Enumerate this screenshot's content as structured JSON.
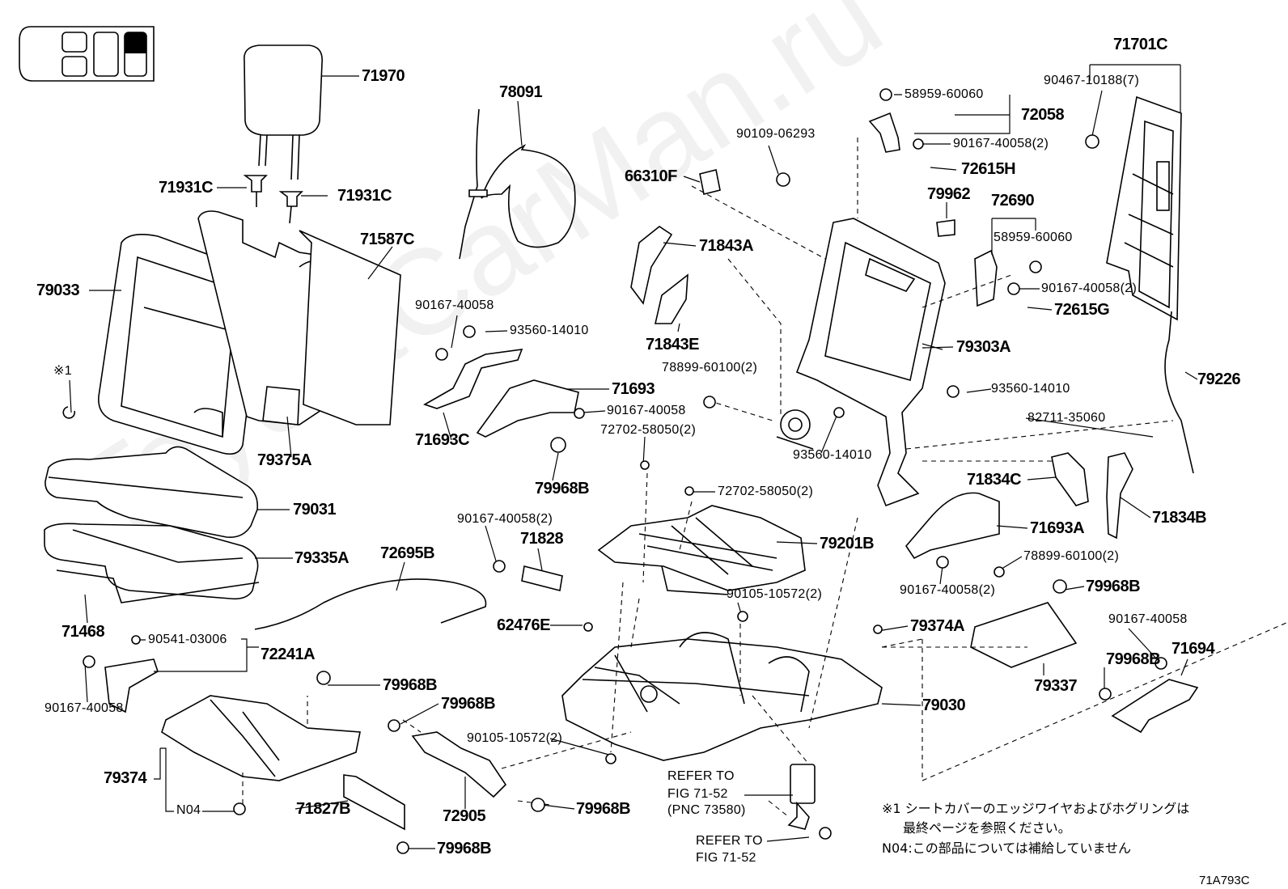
{
  "diagram_code": "71A793C",
  "watermark": "ToyotaCarMan.ru",
  "seat_position_icon": {
    "name": "seat-position-indicator-icon",
    "highlighted": "rear-right-upper"
  },
  "labels": [
    "71970",
    "78091",
    "71701C",
    "90467-10188(7)",
    "58959-60060",
    "72058",
    "90109-06293",
    "90167-40058(2)",
    "72615H",
    "66310F",
    "71931C",
    "71931C",
    "79962",
    "72690",
    "58959-60060",
    "71587C",
    "71843A",
    "79033",
    "90167-40058(2)",
    "72615G",
    "90167-40058",
    "93560-14010",
    "71843E",
    "79303A",
    "※1",
    "78899-60100(2)",
    "79226",
    "93560-14010",
    "71693",
    "90167-40058",
    "82711-35060",
    "71693C",
    "72702-58050(2)",
    "93560-14010",
    "79375A",
    "71834C",
    "79968B",
    "72702-58050(2)",
    "79031",
    "71834B",
    "71693A",
    "90167-40058(2)",
    "71828",
    "79201B",
    "72695B",
    "79335A",
    "78899-60100(2)",
    "79968B",
    "90167-40058(2)",
    "90105-10572(2)",
    "90167-40058",
    "62476E",
    "79374A",
    "71468",
    "90541-03006",
    "71694",
    "72241A",
    "79968B",
    "79968B",
    "79337",
    "90167-40058",
    "79968B",
    "79030",
    "90105-10572(2)",
    "REFER TO",
    "79374",
    "FIG 71-52",
    "(PNC 73580)",
    "N04",
    "71827B",
    "72905",
    "79968B",
    "REFER TO",
    "FIG 71-52",
    "79968B"
  ],
  "notes": {
    "note1_line1": "※1 シートカバーのエッジワイヤおよびホグリングは",
    "note1_line2": "最終ページを参照ください。",
    "note2": "N04:この部品については補給していません"
  }
}
